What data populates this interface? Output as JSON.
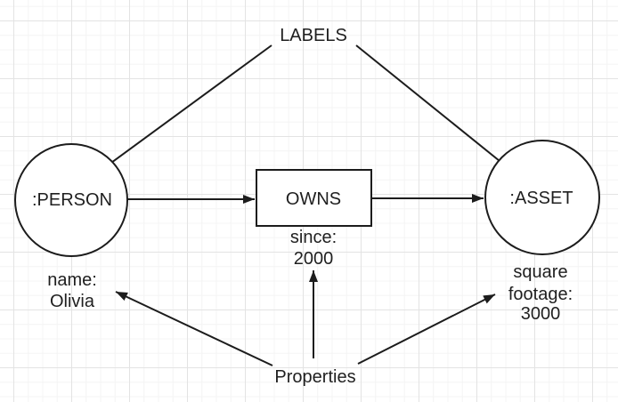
{
  "diagram": {
    "labels_caption": "LABELS",
    "properties_caption": "Properties",
    "nodes": {
      "person": {
        "label": ":PERSON"
      },
      "asset": {
        "label": ":ASSET"
      }
    },
    "relationship": {
      "label": "OWNS"
    },
    "properties": {
      "since": {
        "key": "since:",
        "value": "2000"
      },
      "name": {
        "key": "name:",
        "value": "Olivia"
      },
      "square_footage": {
        "key_line1": "square",
        "key_line2": "footage:",
        "value": "3000"
      }
    },
    "colors": {
      "background": "#ffffff",
      "grid_minor": "#f4f4f4",
      "grid_major": "#e3e3e3",
      "stroke": "#1c1c1c",
      "text": "#1f1f1f"
    }
  }
}
